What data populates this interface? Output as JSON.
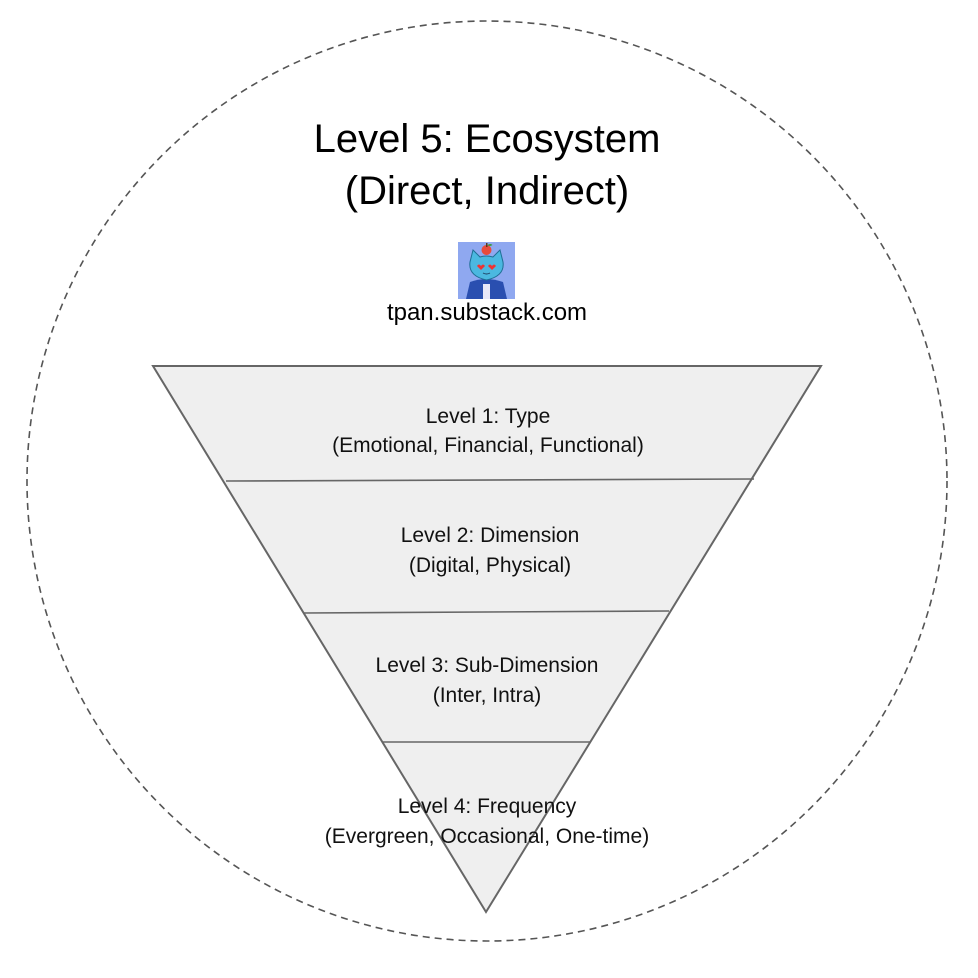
{
  "outer": {
    "title_line1": "Level 5: Ecosystem",
    "title_line2": "(Direct, Indirect)"
  },
  "attribution": {
    "text": "tpan.substack.com",
    "avatar_icon": "cat-mascot-icon"
  },
  "levels": [
    {
      "title": "Level 1: Type",
      "subtitle": "(Emotional, Financial, Functional)"
    },
    {
      "title": "Level 2: Dimension",
      "subtitle": "(Digital, Physical)"
    },
    {
      "title": "Level 3: Sub-Dimension",
      "subtitle": "(Inter, Intra)"
    },
    {
      "title": "Level 4: Frequency",
      "subtitle": "(Evergreen, Occasional, One-time)"
    }
  ],
  "colors": {
    "funnel_fill": "#efefef",
    "funnel_stroke": "#666666",
    "circle_stroke": "#555555",
    "avatar_bg": "#8fa8f0",
    "avatar_body": "#4bb8e0",
    "avatar_jacket": "#2a4fb0"
  }
}
